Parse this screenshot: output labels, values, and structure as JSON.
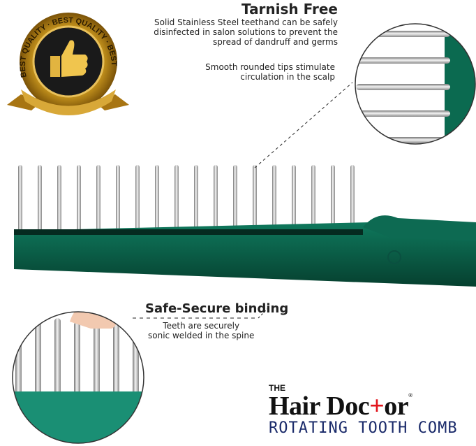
{
  "colors": {
    "comb_green": "#0b5e4a",
    "comb_dark": "#063d30",
    "steel": "#b8bcc0",
    "gold": "#c8961e",
    "brand_red": "#e2141c",
    "brand_blue": "#1a2a6a"
  },
  "badge": {
    "logo_text": "BEST QUALITY BEST QUALITY BEST QUALITY",
    "icon": "thumbs-up-icon"
  },
  "callouts": {
    "tarnish": {
      "title": "Tarnish Free",
      "lines": [
        "Solid Stainless Steel teethand can be safely",
        "disinfected in salon solutions to prevent the",
        "spread of dandruff and germs"
      ]
    },
    "tips": {
      "lines": [
        "Smooth rounded tips stimulate",
        "circulation in the scalp"
      ]
    },
    "binding": {
      "title": "Safe-Secure binding",
      "lines": [
        "Teeth are securely",
        "sonic welded in the spine"
      ]
    }
  },
  "brand": {
    "the": "THE",
    "name_part1": "Hair Doc",
    "cross": "+",
    "name_part2": "or",
    "reg": "®",
    "subtitle": "ROTATING TOOTH COMB"
  }
}
